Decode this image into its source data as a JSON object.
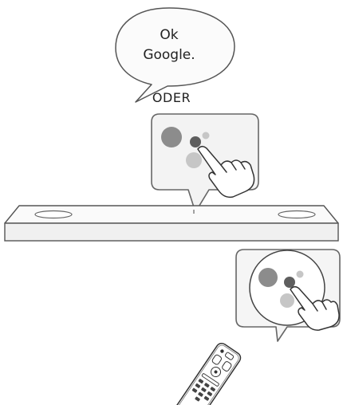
{
  "speech_bubble": {
    "line1": "Ok",
    "line2": "Google."
  },
  "separator_text": "ODER",
  "colors": {
    "stroke": "#555555",
    "dark_dot": "#8c8c8c",
    "light_dot": "#c4c4c4",
    "panel_fill": "#f4f4f4"
  },
  "icons": [
    "speech-bubble-icon",
    "google-assistant-dots-icon",
    "pointing-hand-icon",
    "soundbar-icon",
    "remote-control-icon"
  ]
}
